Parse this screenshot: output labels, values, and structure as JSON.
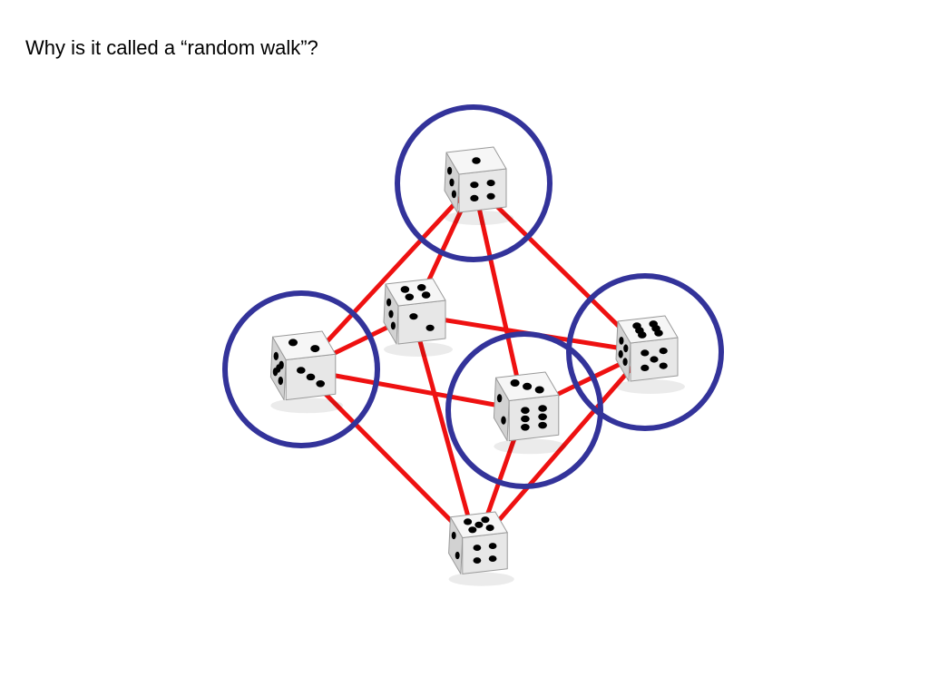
{
  "slide": {
    "title": "Why is it called a “random walk”?"
  },
  "colors": {
    "edge": "#ee1111",
    "circle": "#33339a",
    "die_top": "#f6f6f6",
    "die_side": "#d2d2d2",
    "die_front": "#e7e7e7",
    "pip": "#000000"
  },
  "graph": {
    "node_type": "die",
    "nodes": [
      {
        "id": "top",
        "top_face": 1,
        "left_face": 3,
        "right_face": 4,
        "circled": true
      },
      {
        "id": "upper-middle",
        "top_face": 4,
        "left_face": 3,
        "right_face": 2,
        "circled": false
      },
      {
        "id": "left",
        "top_face": 2,
        "left_face": 5,
        "right_face": 3,
        "circled": true
      },
      {
        "id": "center",
        "top_face": 3,
        "left_face": 2,
        "right_face": 6,
        "circled": true
      },
      {
        "id": "right",
        "top_face": 6,
        "left_face": 4,
        "right_face": 5,
        "circled": true
      },
      {
        "id": "bottom",
        "top_face": 5,
        "left_face": 2,
        "right_face": 4,
        "circled": false
      }
    ],
    "edges": [
      [
        "top",
        "left"
      ],
      [
        "top",
        "upper-middle"
      ],
      [
        "top",
        "center"
      ],
      [
        "top",
        "right"
      ],
      [
        "upper-middle",
        "left"
      ],
      [
        "upper-middle",
        "right"
      ],
      [
        "upper-middle",
        "bottom"
      ],
      [
        "left",
        "center"
      ],
      [
        "left",
        "bottom"
      ],
      [
        "center",
        "right"
      ],
      [
        "center",
        "bottom"
      ],
      [
        "right",
        "bottom"
      ]
    ]
  }
}
